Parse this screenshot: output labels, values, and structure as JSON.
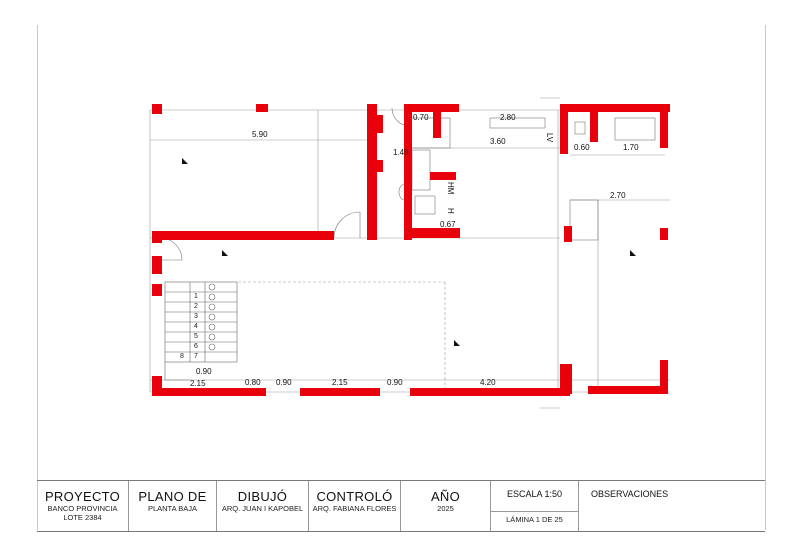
{
  "plan": {
    "dimensions": {
      "d_590": "5.90",
      "d_070": "0.70",
      "d_280": "2.80",
      "d_360": "3.60",
      "d_145": "1.45",
      "d_067": "0.67",
      "d_060": "0.60",
      "d_170": "1.70",
      "d_270": "2.70",
      "d_215a": "2.15",
      "d_080": "0.80",
      "d_090a": "0.90",
      "d_215b": "2.15",
      "d_090b": "0.90",
      "d_420": "4.20",
      "d_090c": "0.90"
    },
    "labels": {
      "lv": "LV",
      "hm": "HM",
      "h": "H"
    },
    "stair_steps": [
      "1",
      "2",
      "3",
      "4",
      "5",
      "6",
      "7",
      "8"
    ]
  },
  "title_block": {
    "proyecto": {
      "head": "PROYECTO",
      "line1": "BANCO PROVINCIA",
      "line2": "LOTE 2384"
    },
    "plano": {
      "head": "PLANO DE",
      "line1": "PLANTA BAJA"
    },
    "dibujo": {
      "head": "DIBUJÓ",
      "line1": "ARQ. JUAN I KAPOBEL"
    },
    "controlo": {
      "head": "CONTROLÓ",
      "line1": "ARQ. FABIANA FLORES"
    },
    "anio": {
      "head": "AÑO",
      "line1": "2025"
    },
    "escala": {
      "head": "ESCALA 1:50",
      "line1": "LÁMINA 1 DE 25"
    },
    "observaciones": {
      "head": "OBSERVACIONES"
    }
  },
  "colors": {
    "wall": "#e8000b",
    "line": "#555555"
  }
}
